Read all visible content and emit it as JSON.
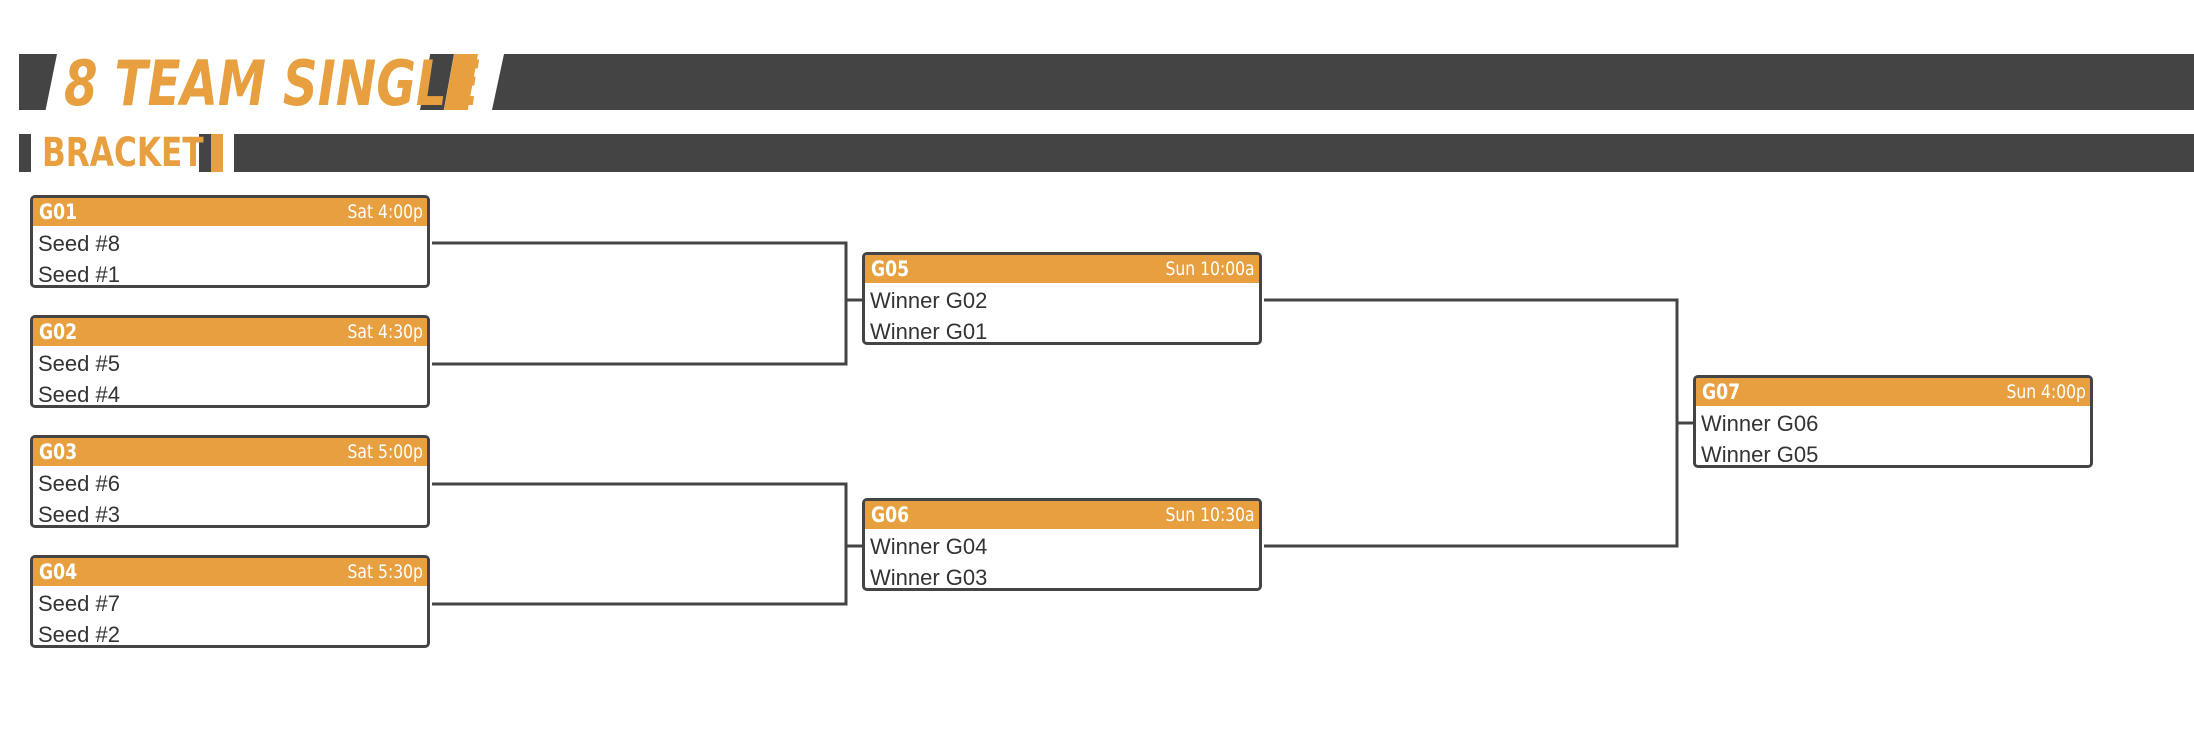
{
  "header": {
    "title_line1": "8 TEAM SINGLE",
    "title_line2": "BRACKET"
  },
  "colors": {
    "accent": "#e89f3f",
    "dark": "#444444",
    "text": "#333333"
  },
  "games": [
    {
      "id": "G01",
      "time": "Sat 4:00p",
      "team1": "Seed #8",
      "team2": "Seed #1"
    },
    {
      "id": "G02",
      "time": "Sat 4:30p",
      "team1": "Seed #5",
      "team2": "Seed #4"
    },
    {
      "id": "G03",
      "time": "Sat 5:00p",
      "team1": "Seed #6",
      "team2": "Seed #3"
    },
    {
      "id": "G04",
      "time": "Sat 5:30p",
      "team1": "Seed #7",
      "team2": "Seed #2"
    },
    {
      "id": "G05",
      "time": "Sun 10:00a",
      "team1": "Winner G02",
      "team2": "Winner G01"
    },
    {
      "id": "G06",
      "time": "Sun 10:30a",
      "team1": "Winner G04",
      "team2": "Winner G03"
    },
    {
      "id": "G07",
      "time": "Sun 4:00p",
      "team1": "Winner G06",
      "team2": "Winner G05"
    }
  ]
}
